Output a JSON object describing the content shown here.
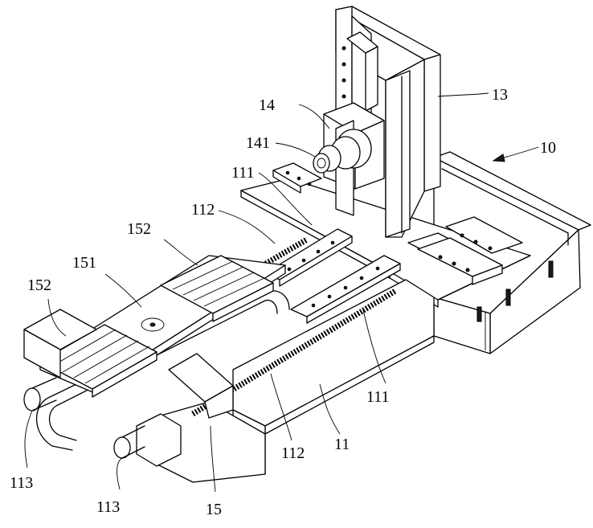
{
  "labels": {
    "l10": "10",
    "l13": "13",
    "l14": "14",
    "l141": "141",
    "l111_top": "111",
    "l112_top": "112",
    "l152_top": "152",
    "l151": "151",
    "l152_left": "152",
    "l111_right": "111",
    "l112_bottom": "112",
    "l11": "11",
    "l15": "15",
    "l113_left": "113",
    "l113_bottom": "113"
  }
}
